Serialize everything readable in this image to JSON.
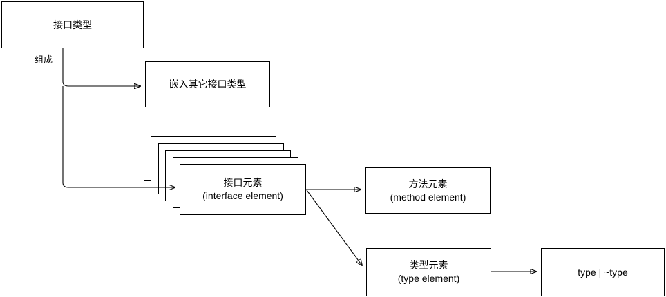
{
  "diagram": {
    "title_node": {
      "text": "接口类型"
    },
    "edge_labels": {
      "composition": "组成"
    },
    "nodes": {
      "embedded_interface": {
        "text": "嵌入其它接口类型"
      },
      "interface_element": {
        "text": "接口元素\n(interface element)",
        "line1": "接口元素",
        "line2": "(interface element)",
        "stack_count": 6
      },
      "method_element": {
        "text": "方法元素\n(method element)",
        "line1": "方法元素",
        "line2": "(method element)"
      },
      "type_element": {
        "text": "类型元素\n(type element)",
        "line1": "类型元素",
        "line2": "(type element)"
      },
      "type_expression": {
        "text": "type  |  ~type"
      }
    },
    "colors": {
      "stroke": "#000000",
      "fill": "#ffffff",
      "text": "#000000"
    }
  }
}
